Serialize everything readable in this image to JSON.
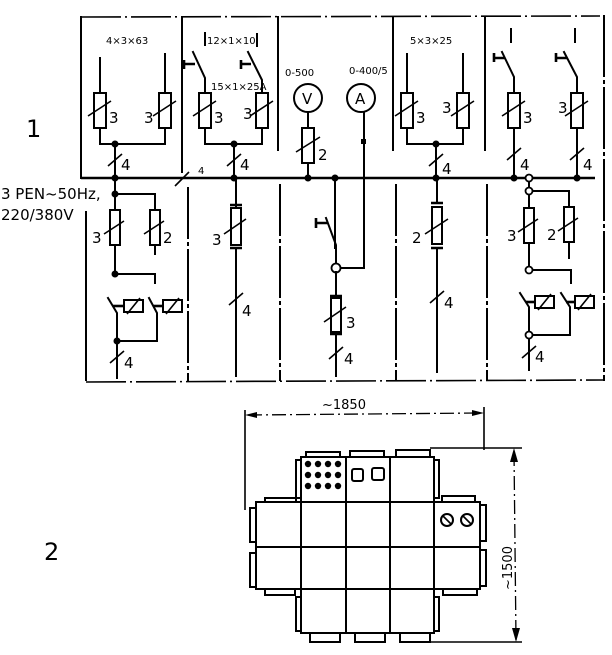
{
  "figure": {
    "part1_label": "1",
    "part2_label": "2"
  },
  "schematic": {
    "supply_line1": "3 PEN~50Hz,",
    "supply_line2": "220/380V",
    "bus_conductors": "4",
    "sections": [
      {
        "id": "socket-group-1",
        "rating": "4×3×63",
        "fuse_labels": [
          "3",
          "3"
        ],
        "outgoing_conductors": "4"
      },
      {
        "id": "breaker-group",
        "rating": "12×1×10",
        "sub_rating": "15×1×25A",
        "fuse_labels": [
          "3",
          "3"
        ],
        "outgoing_conductors": "4"
      },
      {
        "id": "metering",
        "voltmeter_range": "0-500",
        "voltmeter_symbol": "V",
        "ammeter_range": "0-400/5",
        "ammeter_symbol": "A",
        "fuse_label": "2"
      },
      {
        "id": "socket-group-2",
        "rating": "5×3×25",
        "fuse_labels": [
          "3",
          "3"
        ],
        "outgoing_conductors": "4"
      },
      {
        "id": "switched-group",
        "fuse_labels": [
          "3",
          "3"
        ],
        "outgoing_conductors": [
          "4",
          "4"
        ]
      }
    ],
    "lower_circuits": [
      {
        "id": "contactor-feeder-left",
        "fuse_labels": [
          "3",
          "2"
        ],
        "outgoing_conductors": "4"
      },
      {
        "id": "feeder-fused-1",
        "fuse_label": "3",
        "outgoing_conductors": "4"
      },
      {
        "id": "main-switch-feeder",
        "fuse_label": "3",
        "outgoing_conductors": "4"
      },
      {
        "id": "feeder-fused-2",
        "fuse_label": "2",
        "outgoing_conductors": "4"
      },
      {
        "id": "contactor-feeder-right",
        "fuse_labels": [
          "3",
          "2"
        ],
        "outgoing_conductors": "4"
      }
    ]
  },
  "outline": {
    "width_dimension": "~1850",
    "height_dimension": "~1500",
    "socket_panel_dots": 12,
    "meter_windows": 2,
    "switch_knobs": 2
  }
}
